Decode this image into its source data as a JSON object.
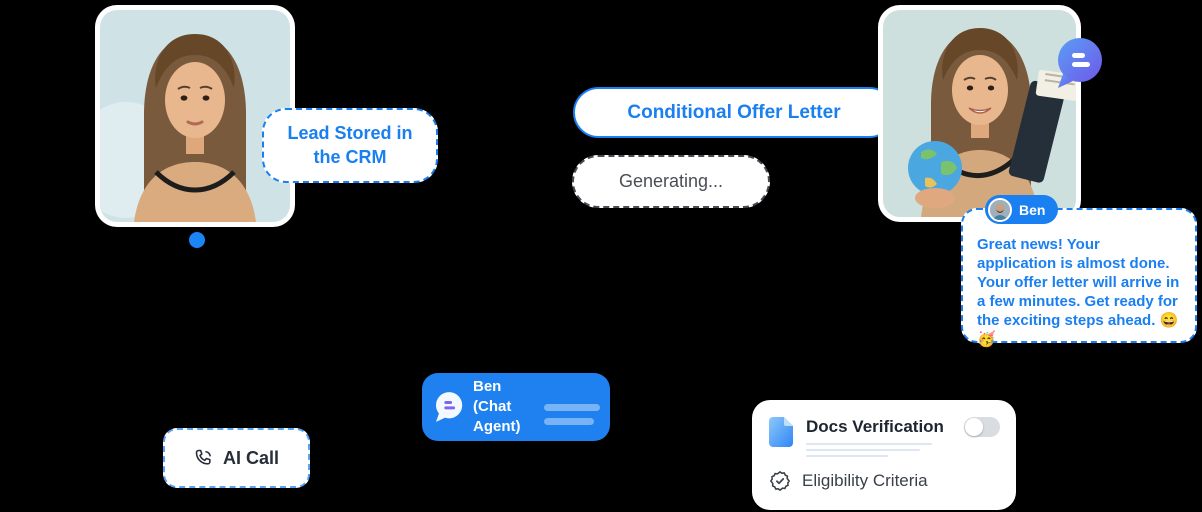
{
  "colors": {
    "accent_blue": "#1a7ff0",
    "agent_card_bg": "#1f80f0",
    "bubble_gradient_start": "#5a9ef6",
    "bubble_gradient_end": "#6f58e8",
    "dark_text": "#1d2530",
    "muted_text": "#4a4f55",
    "toggle_track": "#d9dde1",
    "skeleton_line": "#dde6f2",
    "card_bg": "#ffffff",
    "background": "#000000"
  },
  "crm": {
    "label": "Lead Stored in the CRM"
  },
  "offer": {
    "title": "Conditional Offer Letter",
    "status": "Generating..."
  },
  "chat": {
    "agent_name": "Ben",
    "message": "Great news! Your application is almost done. Your offer letter will arrive in a few minutes. Get ready for the exciting steps ahead. 😄🥳"
  },
  "agent_card": {
    "label": "Ben (Chat Agent)"
  },
  "call": {
    "label": "AI Call"
  },
  "docs_card": {
    "verification_label": "Docs Verification",
    "eligibility_label": "Eligibility Criteria",
    "toggle_state": "off"
  },
  "icons": {
    "chat_bubble": "chat-bubble-icon",
    "phone": "phone-icon",
    "document": "document-icon",
    "badge_check": "badge-check-icon"
  }
}
